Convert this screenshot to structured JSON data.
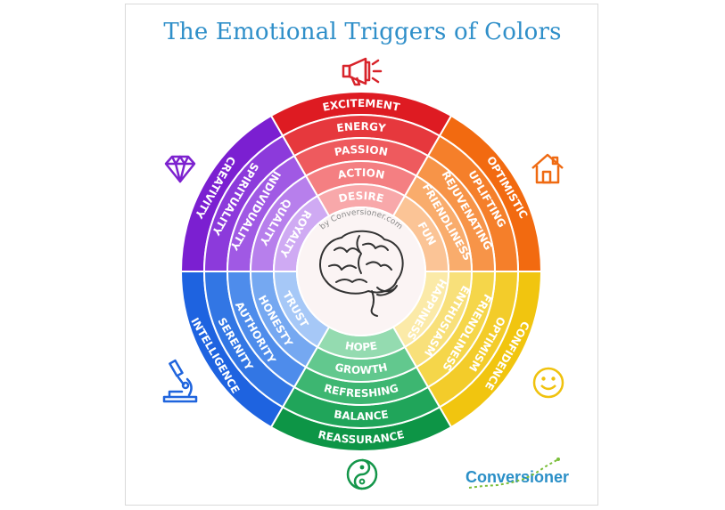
{
  "title": "The Emotional Triggers of Colors",
  "watermark": "by Conversioner.com",
  "brand": "Conversioner",
  "brand_color": "#2a8fc7",
  "icons": {
    "top": "megaphone-icon",
    "top_right": "house-icon",
    "bottom_right": "smiley-icon",
    "bottom": "yin-yang-icon",
    "bottom_left": "microscope-icon",
    "top_left": "diamond-icon"
  },
  "segments": [
    {
      "key": "red",
      "colors": [
        "#de1b22",
        "#e6383d",
        "#ee5a5e",
        "#f47f82",
        "#f8a8aa"
      ],
      "words": [
        "EXCITEMENT",
        "ENERGY",
        "PASSION",
        "ACTION",
        "DESIRE"
      ]
    },
    {
      "key": "orange",
      "colors": [
        "#f26a10",
        "#f57f2a",
        "#f79448",
        "#f9ac6c",
        "#fbc496"
      ],
      "words": [
        "OPTIMISTIC",
        "UPLIFTING",
        "REJUVENATING",
        "FRIENDLINESS",
        "FUN"
      ]
    },
    {
      "key": "yellow",
      "colors": [
        "#f1c50f",
        "#f3cc2a",
        "#f5d64a",
        "#f8e07a",
        "#fbeaa8"
      ],
      "words": [
        "CONFIDENCE",
        "OPTIMISM",
        "FRIENDLINESS",
        "ENTHUSIASM",
        "HAPPINESS"
      ]
    },
    {
      "key": "green",
      "colors": [
        "#0d9546",
        "#20a55a",
        "#3db671",
        "#62c88e",
        "#94dbb0"
      ],
      "words": [
        "REASSURANCE",
        "BALANCE",
        "REFRESHING",
        "GROWTH",
        "HOPE"
      ]
    },
    {
      "key": "blue",
      "colors": [
        "#1e63e0",
        "#3276e4",
        "#4e8ceb",
        "#75a8f1",
        "#a6c8f7"
      ],
      "words": [
        "INTELLIGENCE",
        "SERENITY",
        "AUTHORITY",
        "HONESTY",
        "TRUST"
      ]
    },
    {
      "key": "purple",
      "colors": [
        "#7b1fd1",
        "#8c3adb",
        "#a059e4",
        "#b77fec",
        "#cfaaf3"
      ],
      "words": [
        "CREATIVITY",
        "SPIRITUALITY",
        "INDIVIDUALITY",
        "QUALITY",
        "ROYALTY"
      ]
    }
  ]
}
